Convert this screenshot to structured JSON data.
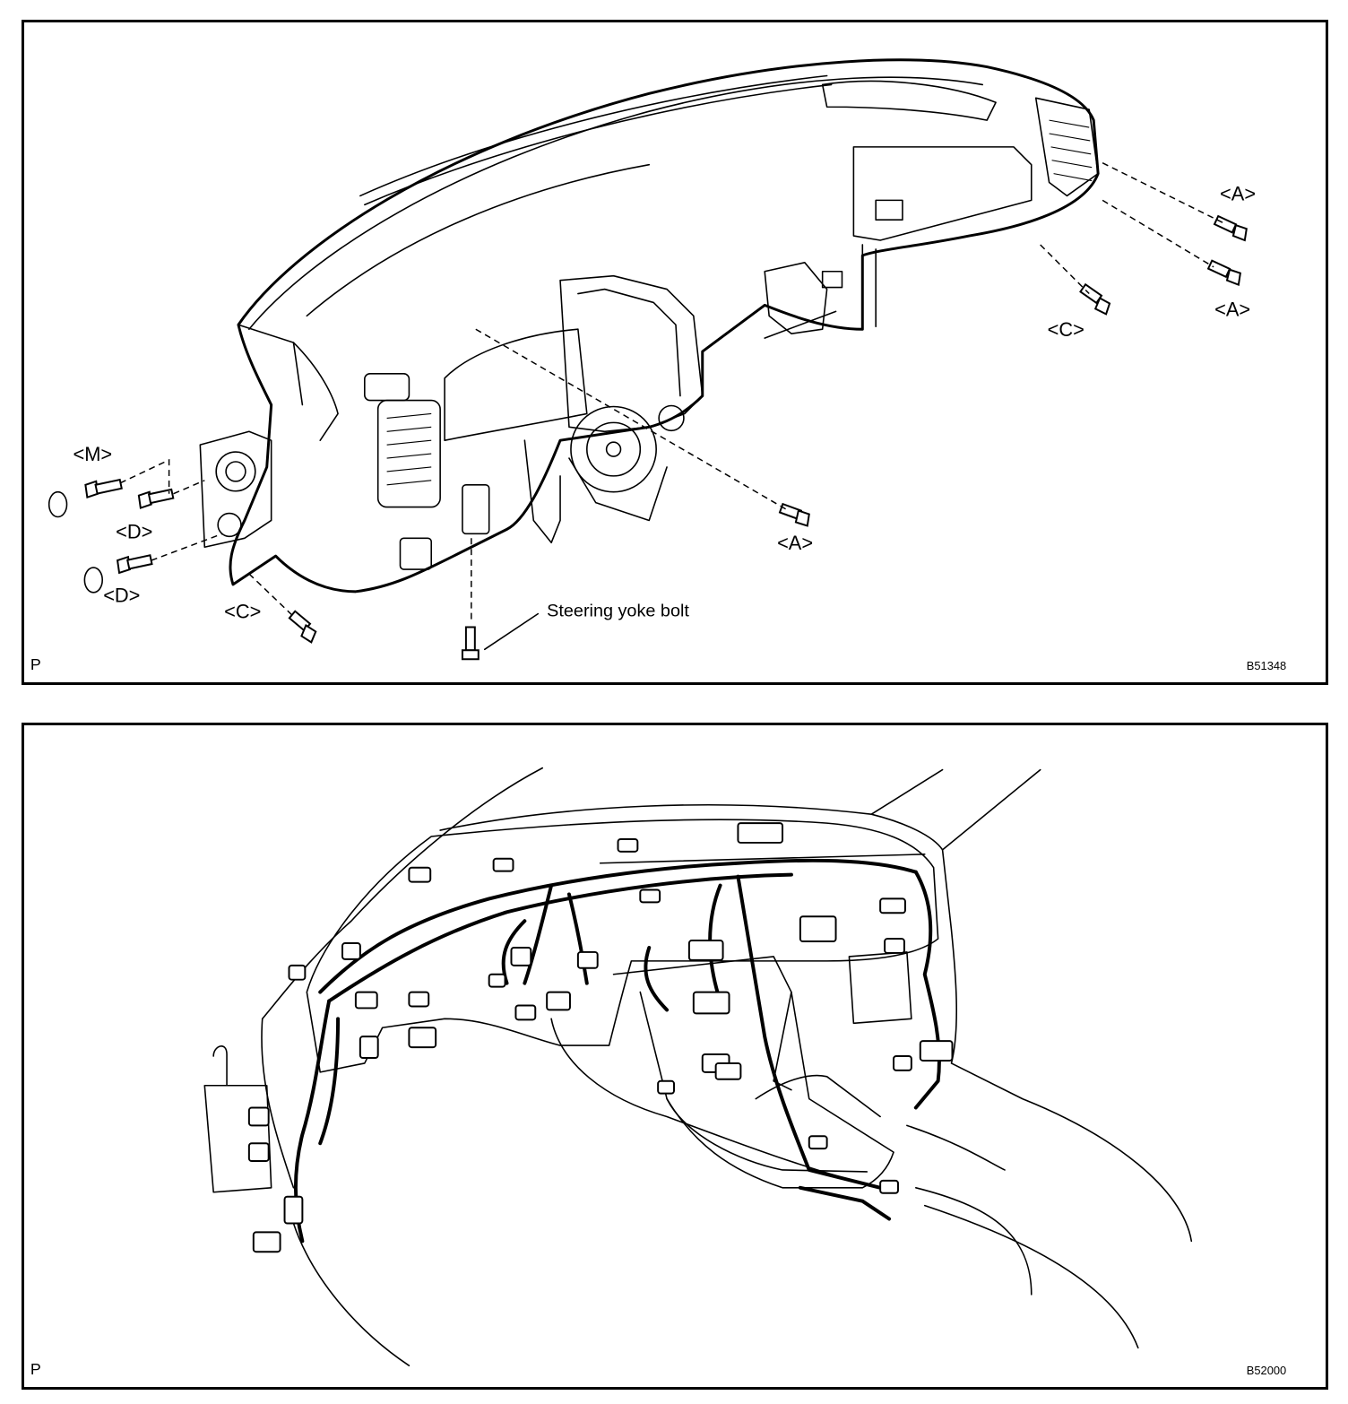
{
  "top_panel": {
    "corner_mark": "P",
    "figure_code": "B51348",
    "labels": {
      "a_upper": "<A>",
      "a_middle": "<A>",
      "a_lower": "<A>",
      "c_right": "<C>",
      "c_left": "<C>",
      "m": "<M>",
      "d_upper": "<D>",
      "d_lower": "<D>",
      "steering_yoke_bolt": "Steering yoke bolt"
    }
  },
  "bottom_panel": {
    "corner_mark": "P",
    "figure_code": "B52000"
  }
}
